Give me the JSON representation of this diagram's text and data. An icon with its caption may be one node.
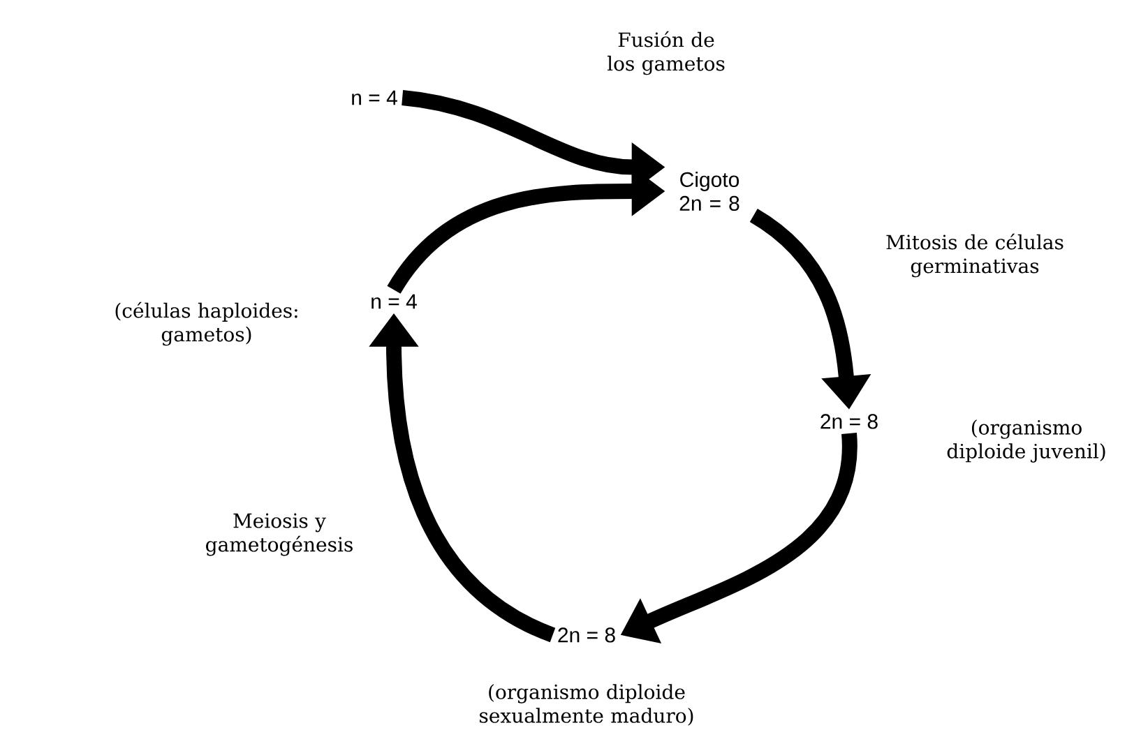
{
  "diagram": {
    "nodes": [
      {
        "text": [
          "n = 4"
        ]
      },
      {
        "text": [
          "Cigoto 2n = 8"
        ]
      },
      {
        "text": [
          "2n = 8"
        ],
        "beside": [
          "(organismo diploide juvenil)"
        ]
      },
      {
        "text": [
          "2n = 8"
        ],
        "beside": [
          "(organismo diploide sexualmente maduro)"
        ]
      },
      {
        "text": [
          "n = 4"
        ],
        "beside": [
          "(células haploides: gametos)"
        ]
      }
    ],
    "edges": [
      {
        "from": 0,
        "to": 1,
        "arrow": "to",
        "label": "Fusión de los gametos"
      },
      {
        "from": 4,
        "to": 1,
        "arrow": "to"
      },
      {
        "from": 1,
        "to": 2,
        "arrow": "to",
        "label": "Mitosis de células germinativas"
      },
      {
        "from": 2,
        "to": 3,
        "arrow": "to"
      },
      {
        "from": 3,
        "to": 4,
        "arrow": "to",
        "label": "Meiosis y gametogénesis"
      }
    ]
  }
}
